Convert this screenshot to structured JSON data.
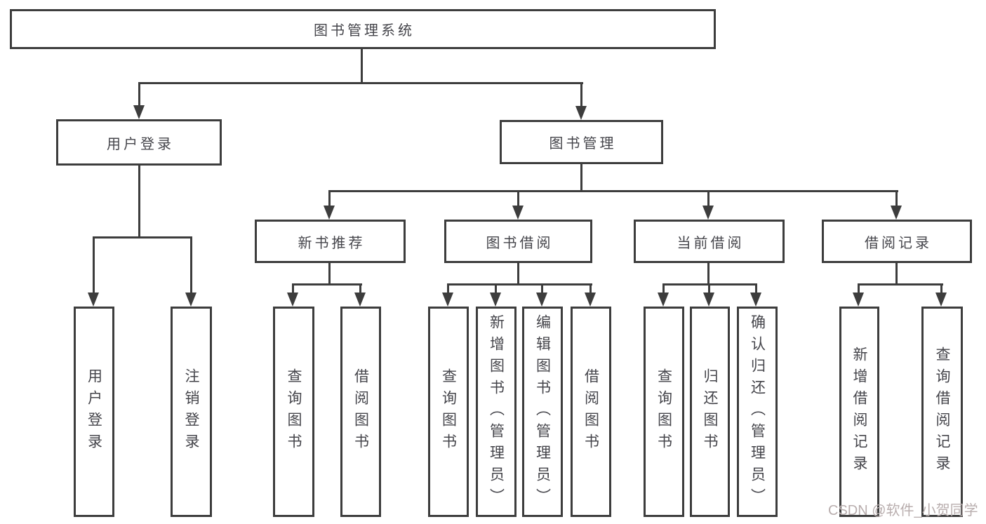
{
  "diagram": {
    "root": {
      "label": "图书管理系统"
    },
    "branches": [
      {
        "label": "用户登录",
        "children": [
          {
            "label": "用户登录"
          },
          {
            "label": "注销登录"
          }
        ]
      },
      {
        "label": "图书管理",
        "children": [
          {
            "label": "新书推荐",
            "children": [
              {
                "label": "查询图书"
              },
              {
                "label": "借阅图书"
              }
            ]
          },
          {
            "label": "图书借阅",
            "children": [
              {
                "label": "查询图书"
              },
              {
                "label": "新增图书（管理员）"
              },
              {
                "label": "编辑图书（管理员）"
              },
              {
                "label": "借阅图书"
              }
            ]
          },
          {
            "label": "当前借阅",
            "children": [
              {
                "label": "查询图书"
              },
              {
                "label": "归还图书"
              },
              {
                "label": "确认归还（管理员）"
              }
            ]
          },
          {
            "label": "借阅记录",
            "children": [
              {
                "label": "新增借阅记录"
              },
              {
                "label": "查询借阅记录"
              }
            ]
          }
        ]
      }
    ]
  },
  "watermark": {
    "text": "CSDN @软件_小贺同学"
  },
  "colors": {
    "line": "#3d3d3d",
    "text": "#45454b",
    "watermark": "#b9aeae",
    "background": "#ffffff"
  }
}
